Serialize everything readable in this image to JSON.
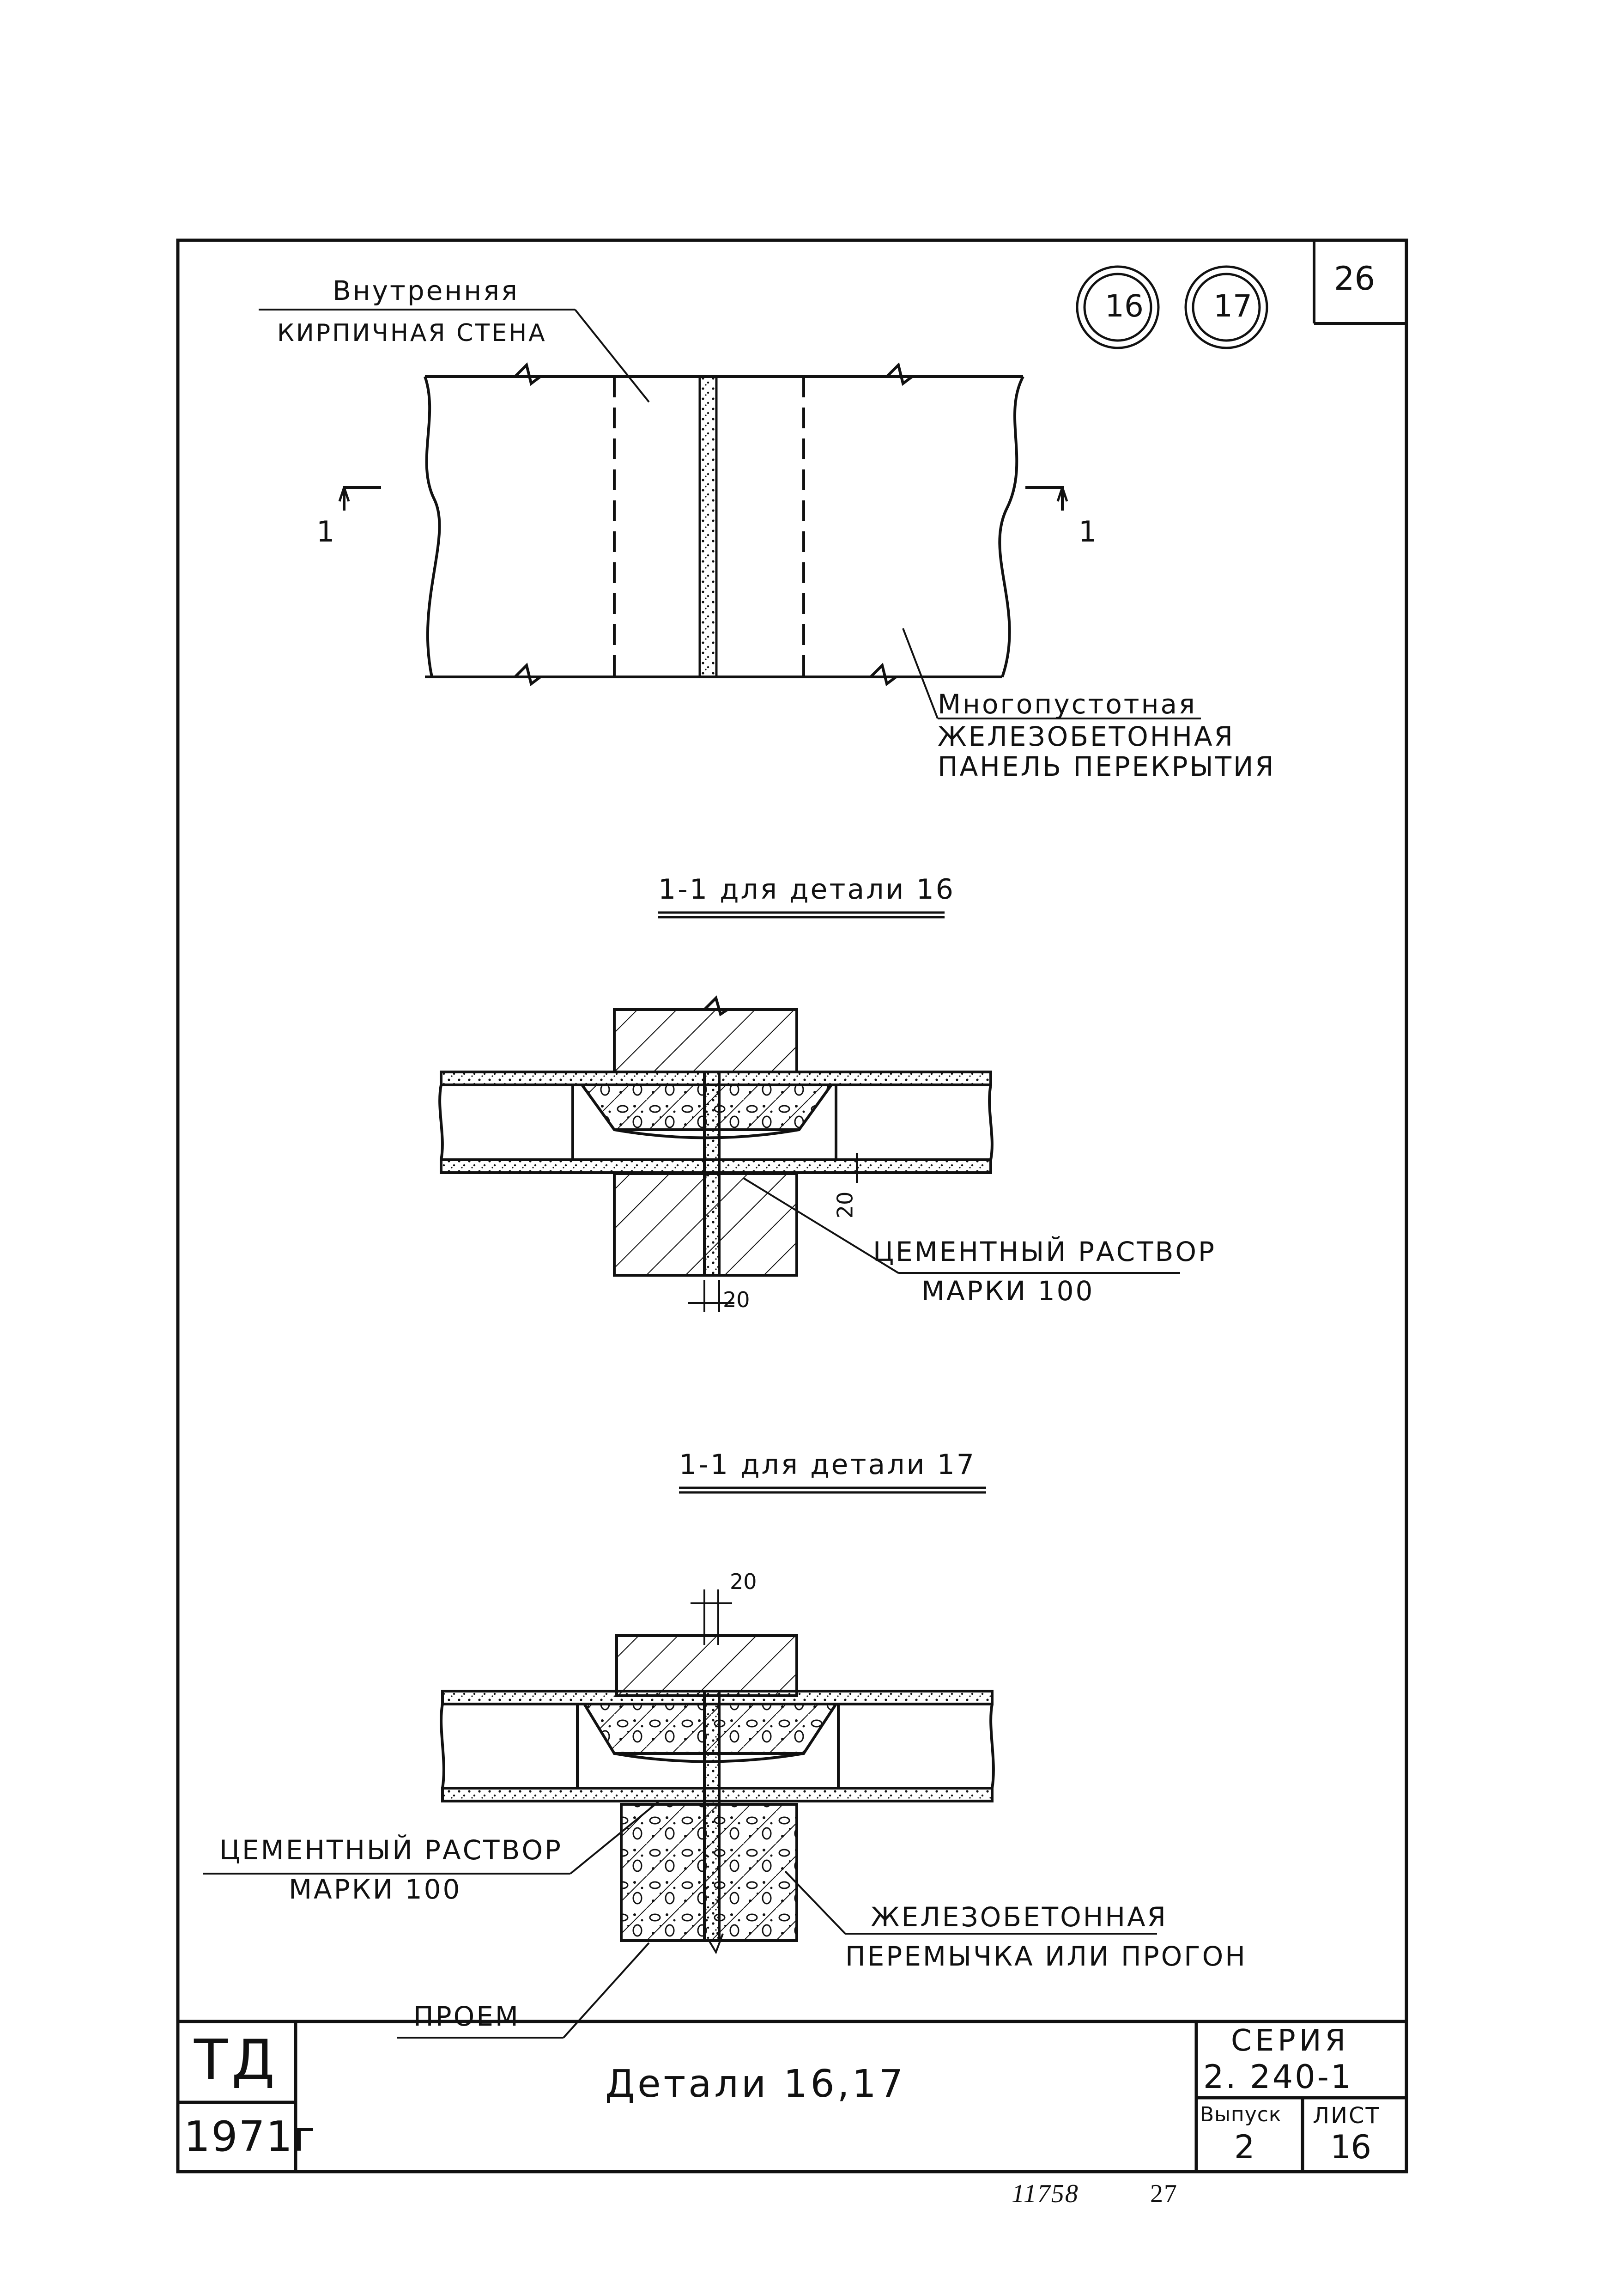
{
  "sheet_number_corner": "26",
  "detail_markers": [
    "16",
    "17"
  ],
  "plan": {
    "wall_label_line1": "Внутренняя",
    "wall_label_line2": "кирпичная стена",
    "section_mark_left": "1",
    "section_mark_right": "1",
    "panel_label_line1": "Многопустотная",
    "panel_label_line2": "железобетонная",
    "panel_label_line3": "панель перекрытия"
  },
  "section16": {
    "title": "1-1 для детали 16",
    "dim_vertical": "20",
    "dim_horizontal": "20",
    "mortar_label_line1": "цементный раствор",
    "mortar_label_line2": "марки 100"
  },
  "section17": {
    "title": "1-1 для детали 17",
    "dim_top": "20",
    "mortar_label_line1": "цементный раствор",
    "mortar_label_line2": "марки 100",
    "lintel_label_line1": "железобетонная",
    "lintel_label_line2": "перемычка или прогон",
    "opening_label": "проем"
  },
  "title_block": {
    "org": "ТД",
    "year": "1971г",
    "title": "Детали 16,17",
    "series_label": "серия",
    "series_value": "2. 240-1",
    "issue_label": "Выпуск",
    "issue_value": "2",
    "sheet_label": "лист",
    "sheet_value": "16"
  },
  "footer": {
    "archive_number": "11758",
    "page_number": "27"
  }
}
